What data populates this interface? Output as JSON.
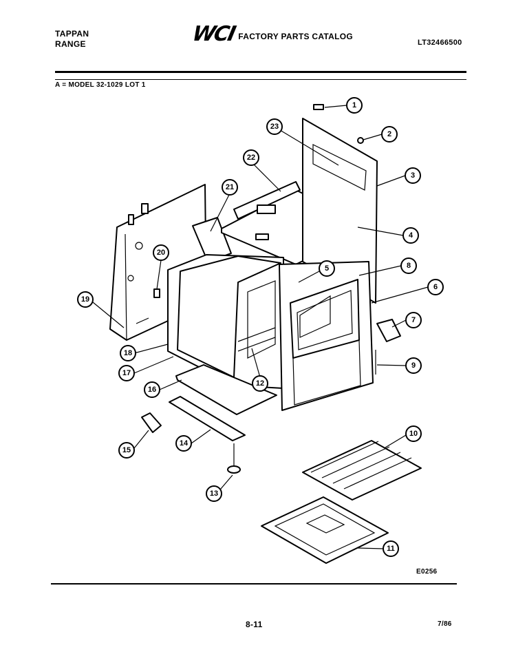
{
  "header": {
    "brand_line1": "TAPPAN",
    "brand_line2": "RANGE",
    "logo_text": "WCI",
    "catalog_title": "FACTORY PARTS CATALOG",
    "catalog_number": "LT32466500"
  },
  "model_line": "A = MODEL 32-1029 LOT 1",
  "diagram": {
    "figure_code": "E0256",
    "callouts": [
      "1",
      "2",
      "3",
      "4",
      "5",
      "6",
      "7",
      "8",
      "9",
      "10",
      "11",
      "12",
      "13",
      "14",
      "15",
      "16",
      "17",
      "18",
      "19",
      "20",
      "21",
      "22",
      "23"
    ]
  },
  "footer": {
    "page_number": "8-11",
    "date_code": "7/86"
  },
  "colors": {
    "ink": "#000000",
    "paper": "#ffffff"
  }
}
